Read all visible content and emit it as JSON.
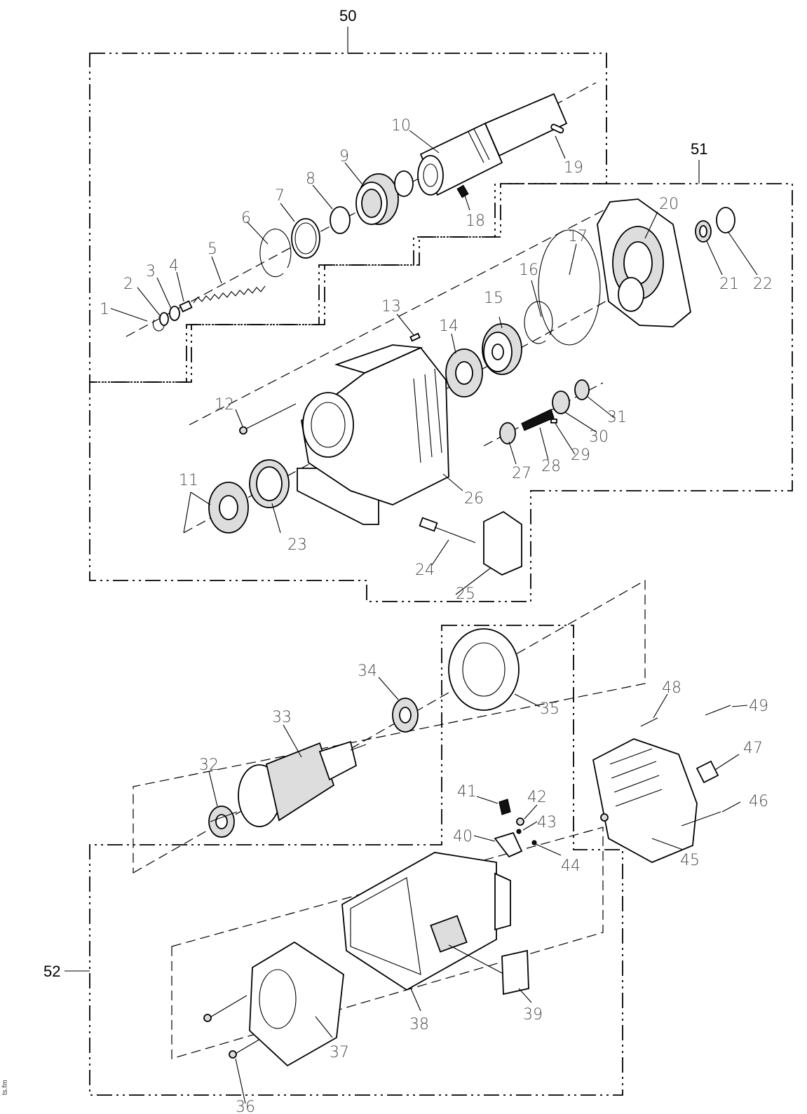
{
  "groups": [
    "50",
    "51",
    "52"
  ],
  "parts": [
    "1",
    "2",
    "3",
    "4",
    "5",
    "6",
    "7",
    "8",
    "9",
    "10",
    "11",
    "12",
    "13",
    "14",
    "15",
    "16",
    "17",
    "18",
    "19",
    "20",
    "21",
    "22",
    "23",
    "24",
    "25",
    "26",
    "27",
    "28",
    "29",
    "30",
    "31",
    "32",
    "33",
    "34",
    "35",
    "36",
    "37",
    "38",
    "39",
    "40",
    "41",
    "42",
    "43",
    "44",
    "45",
    "46",
    "47",
    "48",
    "49"
  ],
  "side_text": "ts.fm"
}
